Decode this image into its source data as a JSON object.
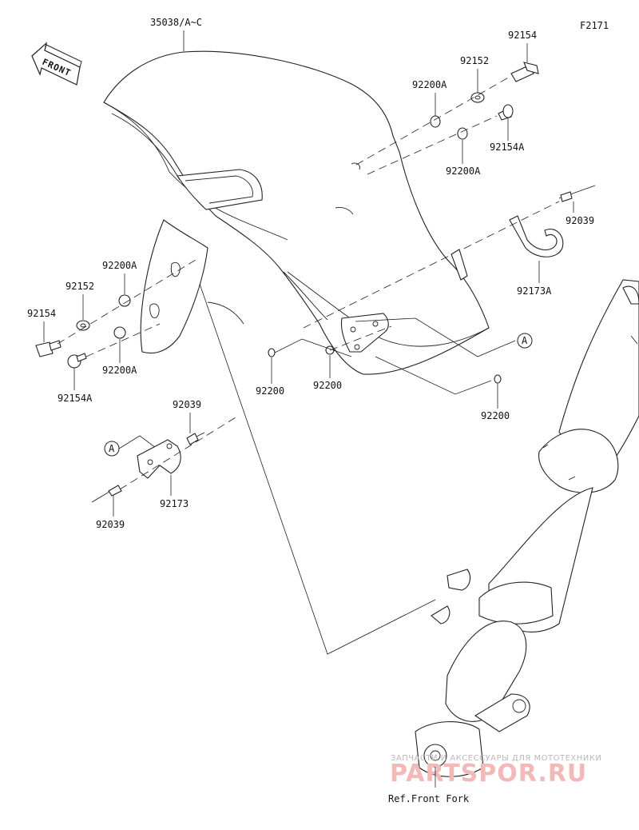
{
  "figure_code": "F2171",
  "front_arrow_text": "FRONT",
  "ref_text": "Ref.Front Fork",
  "circle_ref": "A",
  "part_labels": {
    "fender": "35038/A~C",
    "bolt_top": "92154",
    "washer_top": "92152",
    "grommet_top": "92200A",
    "bolt_a_top": "92154A",
    "grommet_top2": "92200A",
    "rivet_right": "92039",
    "bracket_right": "92173A",
    "grommet_left1": "92200A",
    "washer_left": "92152",
    "bolt_left": "92154",
    "grommet_left2": "92200A",
    "bolt_a_left": "92154A",
    "nut_1": "92200",
    "nut_2": "92200",
    "nut_3": "92200",
    "rivet_left_top": "92039",
    "bracket_left": "92173",
    "rivet_left_bottom": "92039"
  },
  "watermark": {
    "line1": "ЗАПЧАСТИ И АКСЕССУАРЫ ДЛЯ МОТОТЕХНИКИ",
    "line2": "PARTSPOR.RU"
  }
}
